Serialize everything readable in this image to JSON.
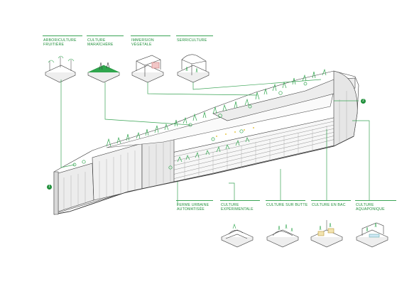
{
  "colors": {
    "accent": "#1f8f3a",
    "leader": "#3aa455",
    "ink": "#3a3a3a",
    "plant": "#2fa64d"
  },
  "top_labels": [
    {
      "id": "arboriculture",
      "text": "ARBORICULTURE\nFRUITIÈRE"
    },
    {
      "id": "maraichere",
      "text": "CULTURE\nMARAÎCHÈRE"
    },
    {
      "id": "immersion",
      "text": "IMMERSION\nVÉGÉTALE"
    },
    {
      "id": "serriculture",
      "text": "SERRICULTURE"
    }
  ],
  "bottom_labels": [
    {
      "id": "ferme",
      "text": "FERME URBAINE\nAUTOMATISÉE"
    },
    {
      "id": "experimentale",
      "text": "CULTURE\nEXPÉRIMENTALE"
    },
    {
      "id": "butte",
      "text": "CULTURE SUR BUTTE"
    },
    {
      "id": "bac",
      "text": "CULTURE EN BAC"
    },
    {
      "id": "aquaponique",
      "text": "CULTURE\nAQUAPONIQUE"
    }
  ],
  "markers": [
    {
      "id": "marker-1",
      "text": "1"
    },
    {
      "id": "marker-2",
      "text": "2"
    }
  ]
}
